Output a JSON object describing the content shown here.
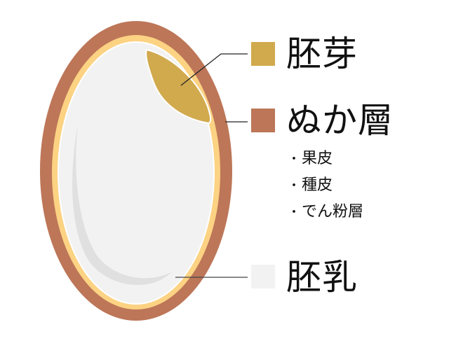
{
  "colors": {
    "bran": "#BD7658",
    "aleurone": "#FCD283",
    "germ": "#D1AA4E",
    "endosperm": "#F2F2F2",
    "crescent": "#E0E0E0",
    "outline": "#FFFFFF",
    "leader": "#222222",
    "text": "#111111"
  },
  "legend": [
    {
      "id": "germ",
      "label": "胚芽",
      "color": "#D1AA4E"
    },
    {
      "id": "bran",
      "label": "ぬか層",
      "color": "#BD7658",
      "sub_items": [
        "果皮",
        "種皮",
        "でん粉層"
      ]
    },
    {
      "id": "endosperm",
      "label": "胚乳",
      "color": "#F2F2F2"
    }
  ],
  "bullet": "・"
}
